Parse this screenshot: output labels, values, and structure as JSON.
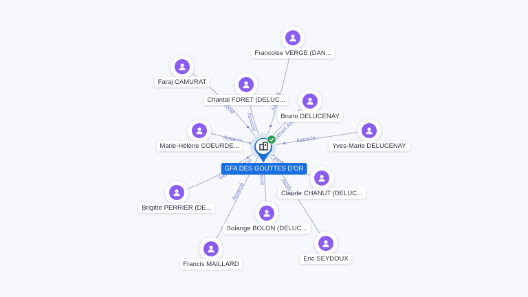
{
  "center": {
    "name": "GFA DES GOUTTES D'OR",
    "icon": "company-building-icon",
    "badge_icon": "verified-check-icon",
    "color": "#1a6fe0"
  },
  "nodes": [
    {
      "id": "francoise",
      "name": "Francoise VERGE (DAN...",
      "relation": "Associé"
    },
    {
      "id": "faraj",
      "name": "Faraj CAMURAT",
      "relation": "Associé"
    },
    {
      "id": "chantal",
      "name": "Chantal FORET (DELUC...",
      "relation": "Associé"
    },
    {
      "id": "bruno",
      "name": "Bruno DELUCENAY",
      "relation": "Gérant Associé"
    },
    {
      "id": "mariehelene",
      "name": "Marie-Hélène COEURDE...",
      "relation": "Associé"
    },
    {
      "id": "yvesmarie",
      "name": "Yves-Marie DELUCENAY",
      "relation": "Associé"
    },
    {
      "id": "brigitte",
      "name": "Brigitte PERRIER (DE...",
      "relation": "Gérant Associé"
    },
    {
      "id": "claude",
      "name": "Claude CHANUT (DELUC...",
      "relation": "Associé"
    },
    {
      "id": "solange",
      "name": "Solange BOLON (DELUC...",
      "relation": "Associé"
    },
    {
      "id": "francis",
      "name": "Francis MAILLARD",
      "relation": "Associé"
    },
    {
      "id": "eric",
      "name": "Eric SEYDOUX",
      "relation": "Associé"
    }
  ],
  "colors": {
    "person": "#8a5cf0",
    "edge": "#a9acc8",
    "edge_label": "#7b7fd0"
  },
  "icons": {
    "person": "person-icon"
  }
}
